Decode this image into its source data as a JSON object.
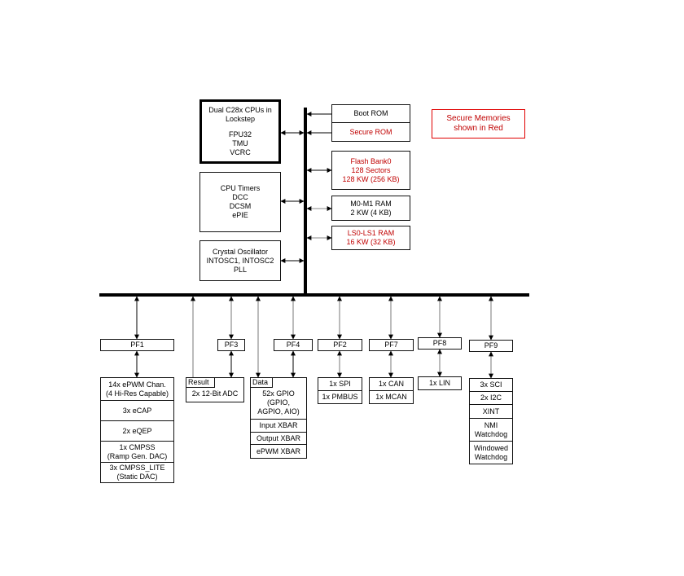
{
  "cpu_block": {
    "lines": [
      "Dual C28x CPUs in",
      "Lockstep",
      "",
      "FPU32",
      "TMU",
      "VCRC"
    ]
  },
  "timers_block": {
    "lines": [
      "CPU Timers",
      "DCC",
      "DCSM",
      "ePIE"
    ]
  },
  "osc_block": {
    "lines": [
      "Crystal Oscillator",
      "INTOSC1, INTOSC2",
      "PLL"
    ]
  },
  "memories": {
    "rom": [
      {
        "label": "Boot ROM",
        "secure": false
      },
      {
        "label": "Secure ROM",
        "secure": true
      }
    ],
    "flash": {
      "lines": [
        "Flash Bank0",
        "128 Sectors",
        "128 KW (256 KB)"
      ],
      "secure": true
    },
    "m0m1": {
      "lines": [
        "M0-M1 RAM",
        "2 KW (4 KB)"
      ],
      "secure": false
    },
    "ls": {
      "lines": [
        "LS0-LS1 RAM",
        "16 KW (32 KB)"
      ],
      "secure": true
    }
  },
  "legend": {
    "lines": [
      "Secure Memories",
      "shown in Red"
    ]
  },
  "frames": {
    "pf1": {
      "label": "PF1",
      "items": [
        [
          "14x ePWM Chan.",
          "(4 Hi-Res Capable)"
        ],
        [
          "3x eCAP"
        ],
        [
          "2x eQEP"
        ],
        [
          "1x CMPSS",
          "(Ramp Gen. DAC)"
        ],
        [
          "3x CMPSS_LITE",
          "(Static DAC)"
        ]
      ]
    },
    "pf3": {
      "label": "PF3",
      "tag": "Result",
      "items": [
        [
          "2x 12-Bit ADC"
        ]
      ]
    },
    "pf4": {
      "label": "PF4",
      "tag": "Data",
      "items": [
        [
          "52x GPIO",
          "(GPIO,",
          "AGPIO, AIO)"
        ],
        [
          "Input XBAR"
        ],
        [
          "Output XBAR"
        ],
        [
          "ePWM XBAR"
        ]
      ]
    },
    "pf2": {
      "label": "PF2",
      "items": [
        [
          "1x SPI"
        ],
        [
          "1x PMBUS"
        ]
      ]
    },
    "pf7": {
      "label": "PF7",
      "items": [
        [
          "1x CAN"
        ],
        [
          "1x MCAN"
        ]
      ]
    },
    "pf8": {
      "label": "PF8",
      "items": [
        [
          "1x LIN"
        ]
      ]
    },
    "pf9": {
      "label": "PF9",
      "items": [
        [
          "3x SCI"
        ],
        [
          "2x I2C"
        ],
        [
          "XINT"
        ],
        [
          "NMI",
          "Watchdog"
        ],
        [
          "Windowed",
          "Watchdog"
        ]
      ]
    }
  },
  "colors": {
    "secure": "#c00000",
    "legend_border": "#e00000",
    "bus": "#000000",
    "arrow": "#888888"
  }
}
